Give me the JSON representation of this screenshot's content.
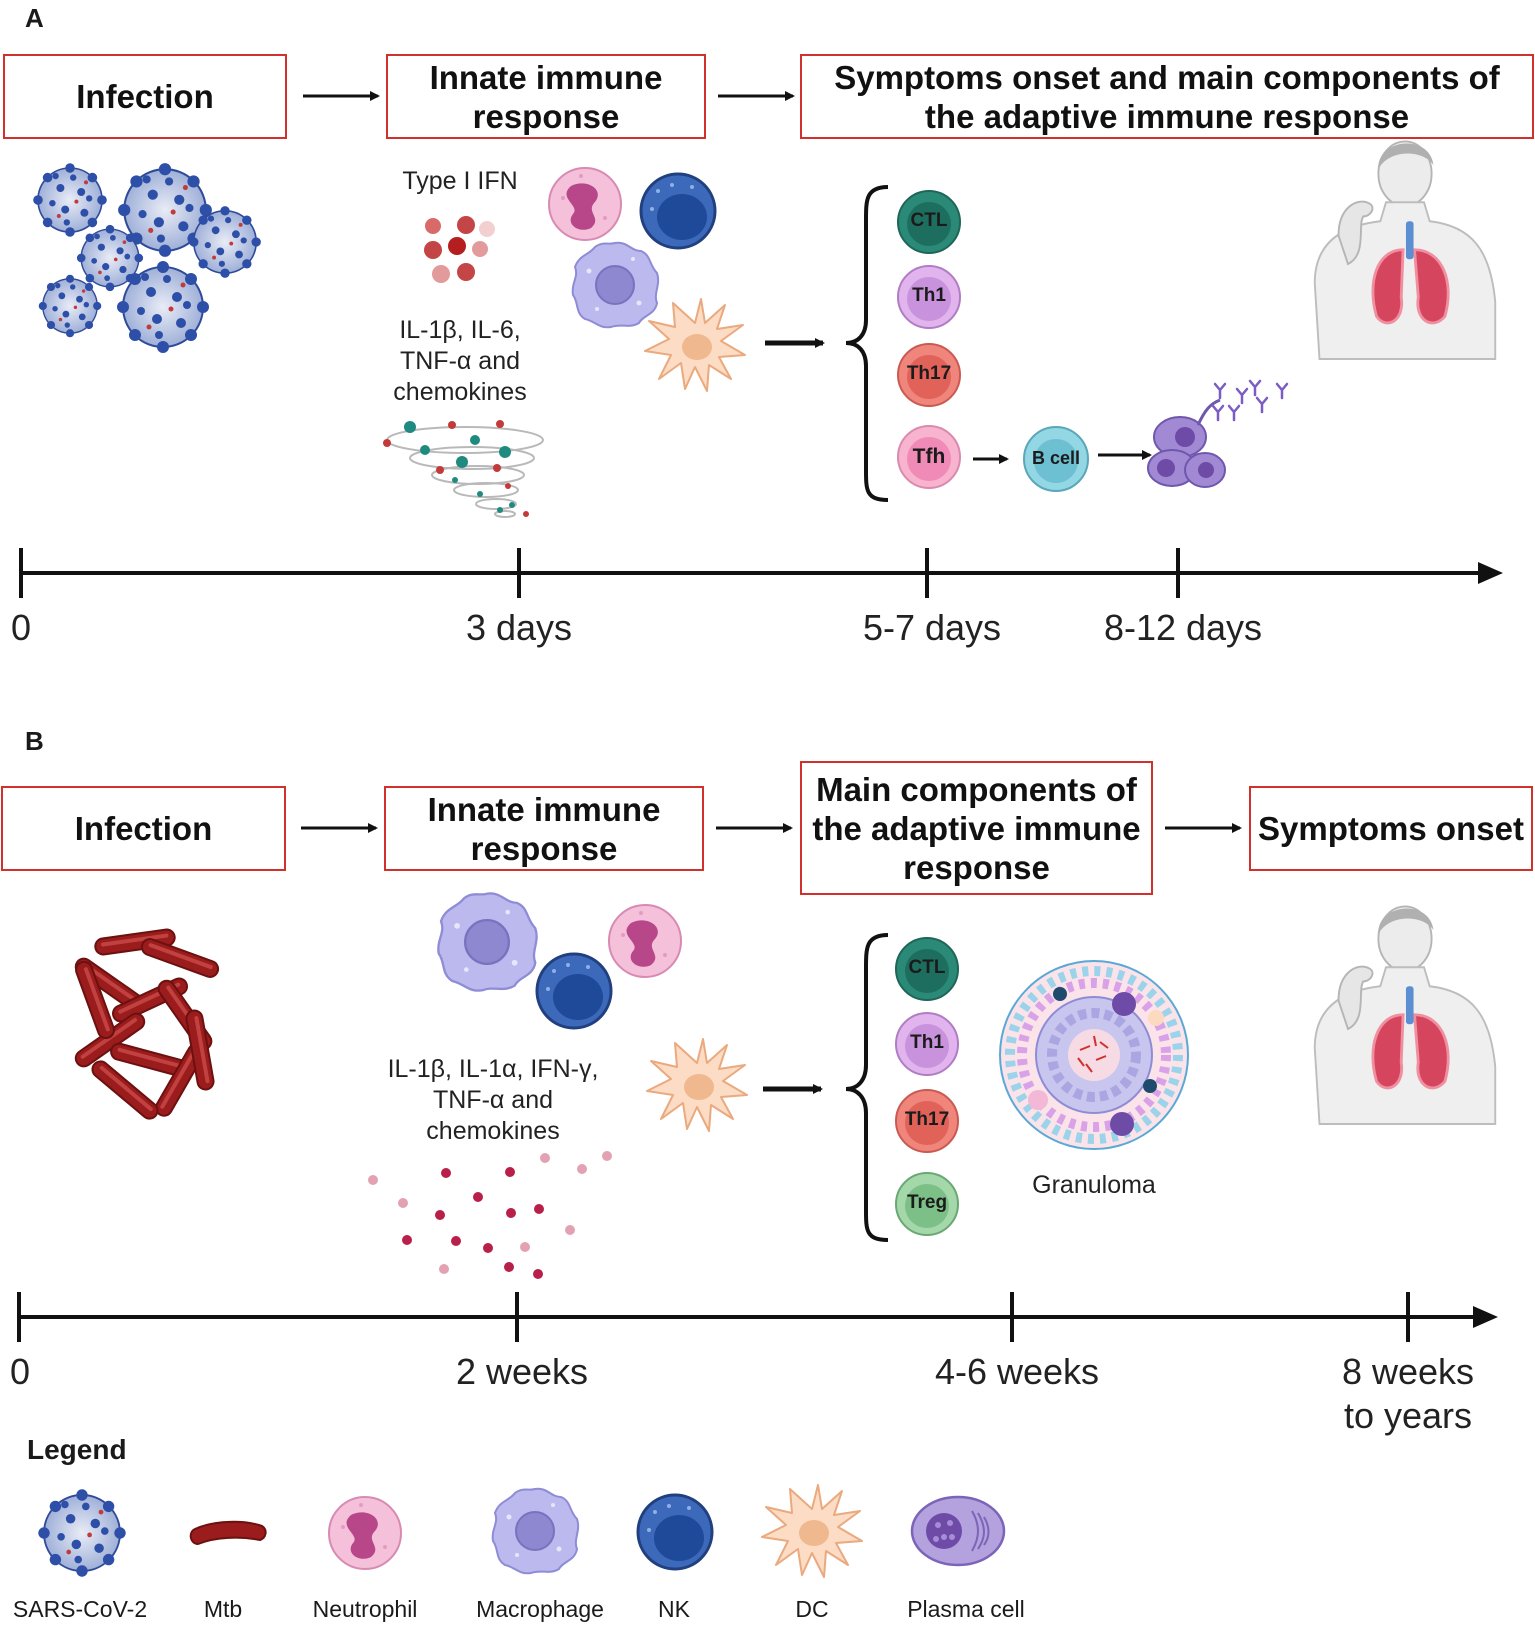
{
  "panel_a": {
    "letter": "A",
    "boxes": {
      "infection": "Infection",
      "innate": "Innate immune response",
      "adaptive": "Symptoms onset and main components of the adaptive immune response"
    },
    "captions": {
      "type1_ifn": "Type I IFN",
      "cytokines": "IL-1β, IL-6, TNF-α and chemokines"
    },
    "cells": {
      "ctl": "CTL",
      "th1": "Th1",
      "th17": "Th17",
      "tfh": "Tfh",
      "bcell": "B cell"
    },
    "timeline": [
      "0",
      "3 days",
      "5-7 days",
      "8-12 days"
    ]
  },
  "panel_b": {
    "letter": "B",
    "boxes": {
      "infection": "Infection",
      "innate": "Innate immune response",
      "adaptive": "Main components of the adaptive immune response",
      "symptoms": "Symptoms onset"
    },
    "captions": {
      "cytokines": "IL-1β, IL-1α, IFN-γ, TNF-α and chemokines",
      "granuloma": "Granuloma"
    },
    "cells": {
      "ctl": "CTL",
      "th1": "Th1",
      "th17": "Th17",
      "treg": "Treg"
    },
    "timeline": [
      "0",
      "2 weeks",
      "4-6 weeks",
      "8 weeks to years"
    ]
  },
  "legend": {
    "title": "Legend",
    "items": [
      "SARS-CoV-2",
      "Mtb",
      "Neutrophil",
      "Macrophage",
      "NK",
      "DC",
      "Plasma cell"
    ]
  },
  "colors": {
    "box_border": "#d0312d",
    "virus": "#3e59a8",
    "mtb": "#9b1c1c",
    "neutrophil": "#f2b8d6",
    "macrophage": "#b9b8ee",
    "nk": "#3f6bbd",
    "dc": "#fcd9bf",
    "plasma": "#a38ad2",
    "ctl": "#2b8a77",
    "th1": "#d9a8e8",
    "th17": "#ef8078",
    "tfh": "#f7a8c6",
    "bcell": "#8fd3e0",
    "treg": "#9cd3a4"
  }
}
